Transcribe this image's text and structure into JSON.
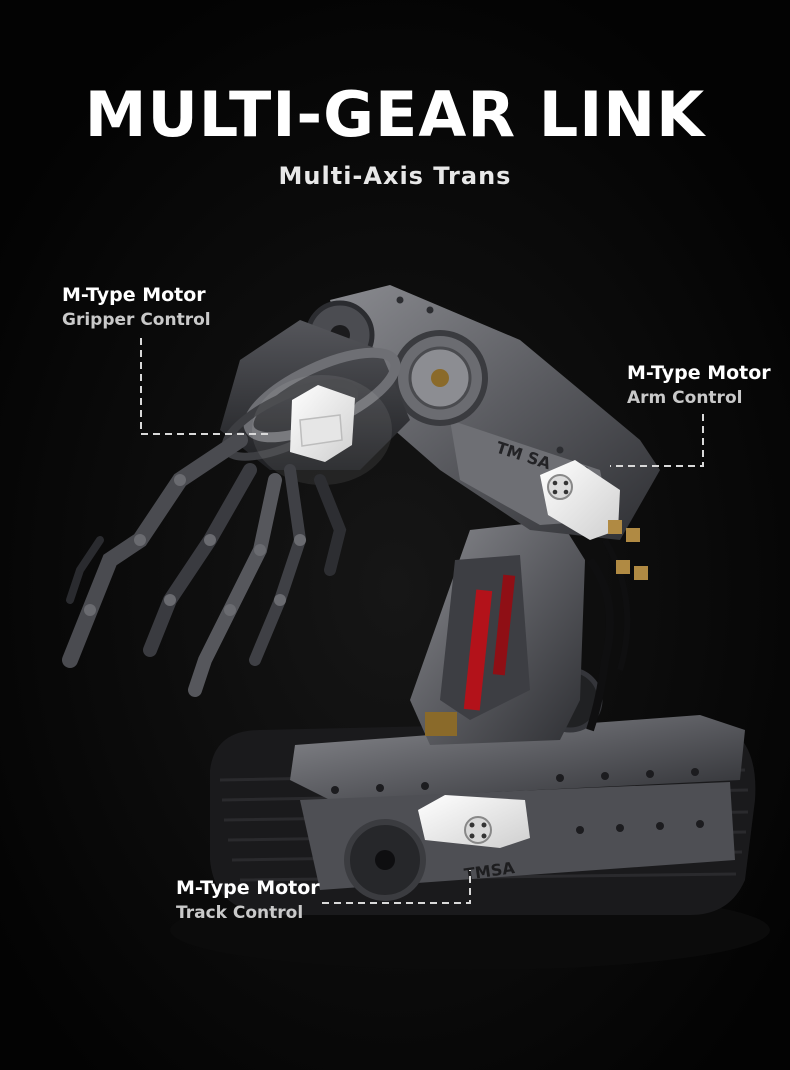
{
  "title": "MULTI-GEAR LINK",
  "subtitle": "Multi-Axis Trans",
  "callouts": {
    "gripper": {
      "name": "M-Type Motor",
      "role": "Gripper Control"
    },
    "arm": {
      "name": "M-Type Motor",
      "role": "Arm Control"
    },
    "track": {
      "name": "M-Type Motor",
      "role": "Track Control"
    }
  },
  "model_labels": {
    "arm_brand": "TM SA",
    "base_brand": "TMSA"
  },
  "colors": {
    "background": "#050505",
    "body_gray": "#5f6065",
    "motor_white": "#f2f2f2",
    "accent_red": "#b3121a"
  }
}
